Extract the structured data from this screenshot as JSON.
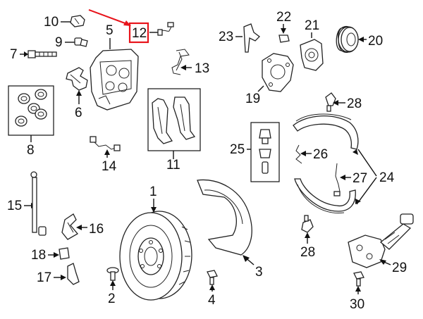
{
  "callouts": {
    "c1": "1",
    "c2": "2",
    "c3": "3",
    "c4": "4",
    "c5": "5",
    "c6": "6",
    "c7": "7",
    "c8": "8",
    "c9": "9",
    "c10": "10",
    "c11": "11",
    "c12": "12",
    "c13": "13",
    "c14": "14",
    "c15": "15",
    "c16": "16",
    "c17": "17",
    "c18": "18",
    "c19": "19",
    "c20": "20",
    "c21": "21",
    "c22": "22",
    "c23": "23",
    "c24": "24",
    "c25": "25",
    "c26": "26",
    "c27": "27",
    "c28a": "28",
    "c28b": "28",
    "c29": "29",
    "c30": "30"
  },
  "highlight_color": "#e8141b",
  "line_color": "#111111"
}
